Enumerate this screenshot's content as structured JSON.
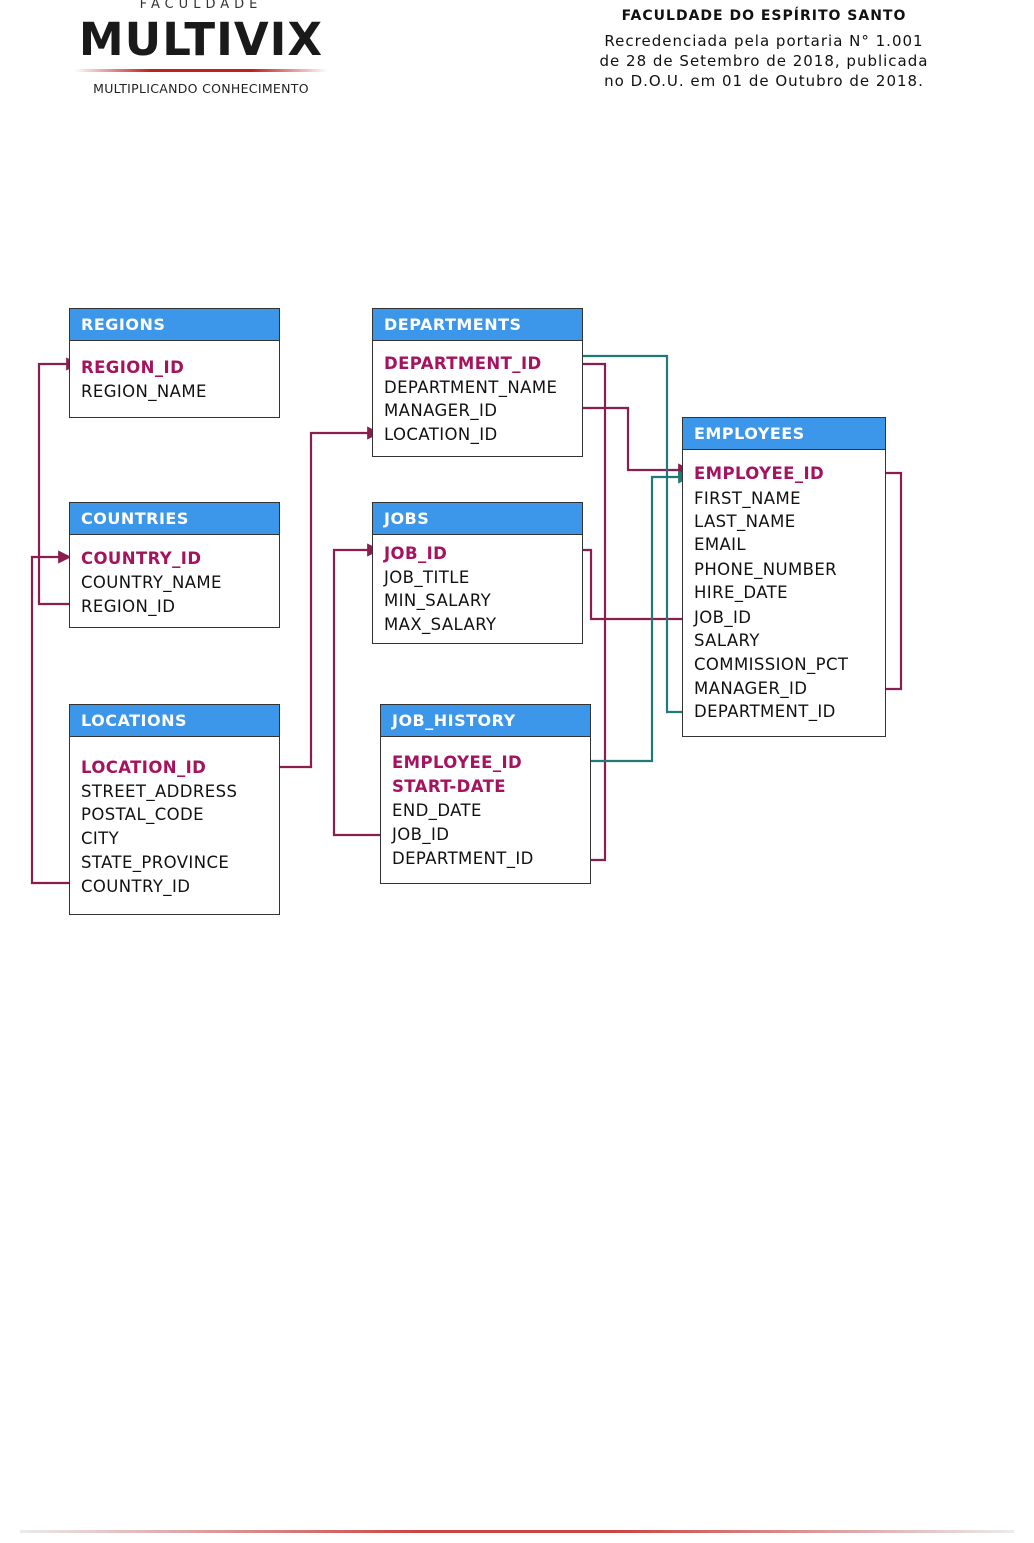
{
  "header": {
    "logo": {
      "top": "FACULDADE",
      "brand": "MULTIVIX",
      "tagline": "MULTIPLICANDO CONHECIMENTO"
    },
    "institution": {
      "name": "FACULDADE DO ESPÍRITO SANTO",
      "lines": [
        "Recredenciada pela portaria N° 1.001",
        "de 28 de Setembro de 2018, publicada",
        "no D.O.U. em 01 de Outubro de 2018."
      ]
    }
  },
  "diagram": {
    "tables": [
      {
        "name": "REGIONS",
        "fields": [
          {
            "name": "REGION_ID",
            "pk": true
          },
          {
            "name": "REGION_NAME",
            "pk": false
          }
        ]
      },
      {
        "name": "COUNTRIES",
        "fields": [
          {
            "name": "COUNTRY_ID",
            "pk": true
          },
          {
            "name": "COUNTRY_NAME",
            "pk": false
          },
          {
            "name": "REGION_ID",
            "pk": false
          }
        ]
      },
      {
        "name": "LOCATIONS",
        "fields": [
          {
            "name": "LOCATION_ID",
            "pk": true
          },
          {
            "name": "STREET_ADDRESS",
            "pk": false
          },
          {
            "name": "POSTAL_CODE",
            "pk": false
          },
          {
            "name": "CITY",
            "pk": false
          },
          {
            "name": "STATE_PROVINCE",
            "pk": false
          },
          {
            "name": "COUNTRY_ID",
            "pk": false
          }
        ]
      },
      {
        "name": "DEPARTMENTS",
        "fields": [
          {
            "name": "DEPARTMENT_ID",
            "pk": true
          },
          {
            "name": "DEPARTMENT_NAME",
            "pk": false
          },
          {
            "name": "MANAGER_ID",
            "pk": false
          },
          {
            "name": "LOCATION_ID",
            "pk": false
          }
        ]
      },
      {
        "name": "JOBS",
        "fields": [
          {
            "name": "JOB_ID",
            "pk": true
          },
          {
            "name": "JOB_TITLE",
            "pk": false
          },
          {
            "name": "MIN_SALARY",
            "pk": false
          },
          {
            "name": "MAX_SALARY",
            "pk": false
          }
        ]
      },
      {
        "name": "JOB_HISTORY",
        "fields": [
          {
            "name": "EMPLOYEE_ID",
            "pk": true
          },
          {
            "name": "START-DATE",
            "pk": true
          },
          {
            "name": "END_DATE",
            "pk": false
          },
          {
            "name": "JOB_ID",
            "pk": false
          },
          {
            "name": "DEPARTMENT_ID",
            "pk": false
          }
        ]
      },
      {
        "name": "EMPLOYEES",
        "fields": [
          {
            "name": "EMPLOYEE_ID",
            "pk": true
          },
          {
            "name": "FIRST_NAME",
            "pk": false
          },
          {
            "name": "LAST_NAME",
            "pk": false
          },
          {
            "name": "EMAIL",
            "pk": false
          },
          {
            "name": "PHONE_NUMBER",
            "pk": false
          },
          {
            "name": "HIRE_DATE",
            "pk": false
          },
          {
            "name": "JOB_ID",
            "pk": false
          },
          {
            "name": "SALARY",
            "pk": false
          },
          {
            "name": "COMMISSION_PCT",
            "pk": false
          },
          {
            "name": "MANAGER_ID",
            "pk": false
          },
          {
            "name": "DEPARTMENT_ID",
            "pk": false
          }
        ]
      }
    ],
    "colors": {
      "header": "#3c96ea",
      "pk": "#a5135e",
      "relation": "#8b1e4f",
      "relation_alt": "#1f7a78"
    }
  }
}
